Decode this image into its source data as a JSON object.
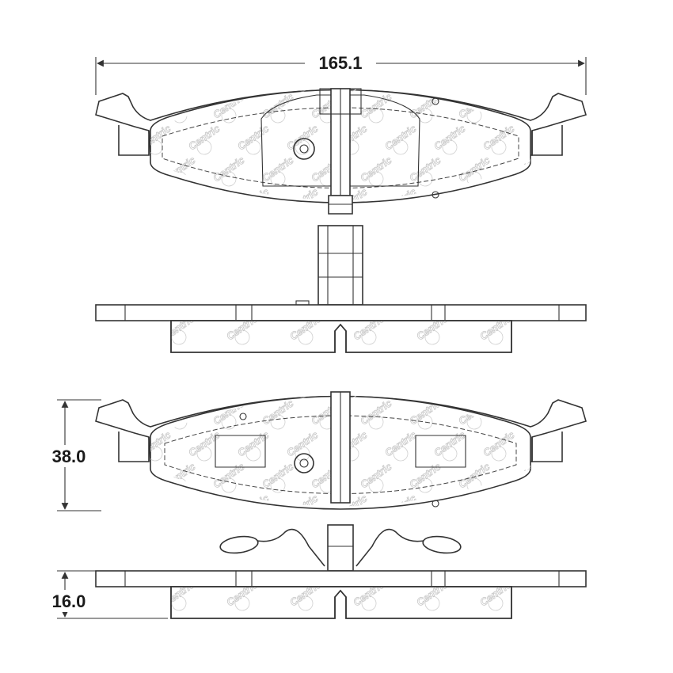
{
  "dimensions": {
    "width_label": "165.1",
    "height_label": "38.0",
    "thickness_label": "16.0"
  },
  "watermark": {
    "brand": "Centric"
  },
  "colors": {
    "line": "#333333",
    "watermark": "#c8c8c8",
    "background": "#ffffff"
  }
}
